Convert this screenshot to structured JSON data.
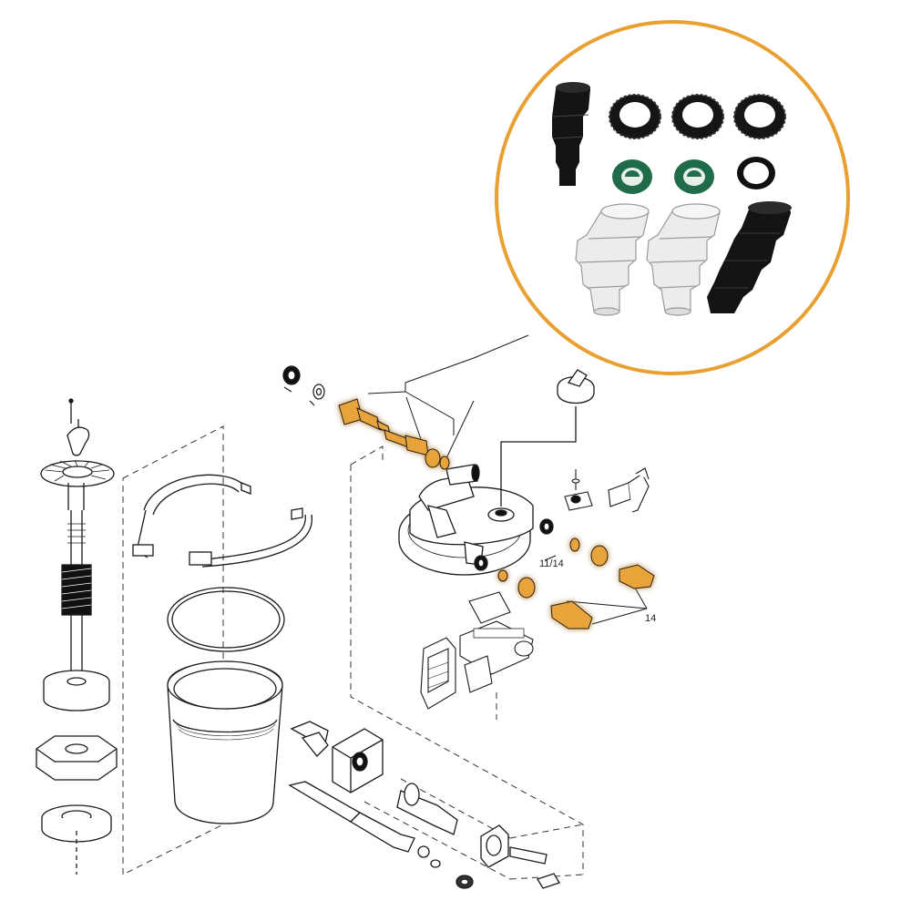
{
  "colors": {
    "highlight": "#e8a33a",
    "highlight_glow": "#f6c27a",
    "inset_ring": "#e9a032",
    "seal_green": "#1f6b4a",
    "line": "#1a1a1a",
    "dash": "#333333"
  },
  "callouts": {
    "label_11_14": "11/14",
    "label_14": "14"
  },
  "inset": {
    "caption": "",
    "parts": [
      {
        "name": "black-stepped-hose-adapter-small"
      },
      {
        "name": "black-threaded-nut"
      },
      {
        "name": "black-threaded-nut"
      },
      {
        "name": "black-threaded-nut"
      },
      {
        "name": "green-seal-ring"
      },
      {
        "name": "green-seal-ring"
      },
      {
        "name": "black-o-ring"
      },
      {
        "name": "clear-stepped-hose-adapter"
      },
      {
        "name": "clear-stepped-hose-adapter"
      },
      {
        "name": "black-stepped-hose-adapter-large"
      }
    ]
  }
}
